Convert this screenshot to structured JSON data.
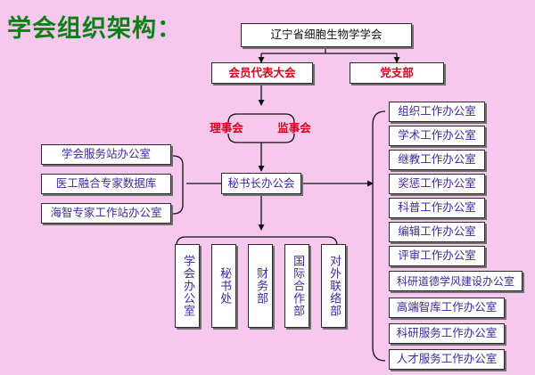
{
  "title": "学会组织架构：",
  "top": {
    "society": "辽宁省细胞生物学学会"
  },
  "level2": {
    "congress": "会员代表大会",
    "party": "党支部"
  },
  "boards": {
    "council": "理事会",
    "supervisory": "监事会"
  },
  "secretariat": "秘书长办公会",
  "left_offices": [
    "学会服务站办公室",
    "医工融合专家数据库",
    "海智专家工作站办公室"
  ],
  "bottom_depts": [
    "学会办公室",
    "秘书处",
    "财务部",
    "国际合作部",
    "对外联络部"
  ],
  "right_offices": [
    "组织工作办公室",
    "学术工作办公室",
    "继教工作办公室",
    "奖惩工作办公室",
    "科普工作办公室",
    "编辑工作办公室",
    "评审工作办公室",
    "科研道德学风建设办公室",
    "高端智库工作办公室",
    "科研服务工作办公室",
    "人才服务工作办公室"
  ],
  "colors": {
    "background": "#f7c8ee",
    "title": "#0a7f14",
    "org_text": "#3d2a9e",
    "highlight": "#d8001b"
  }
}
